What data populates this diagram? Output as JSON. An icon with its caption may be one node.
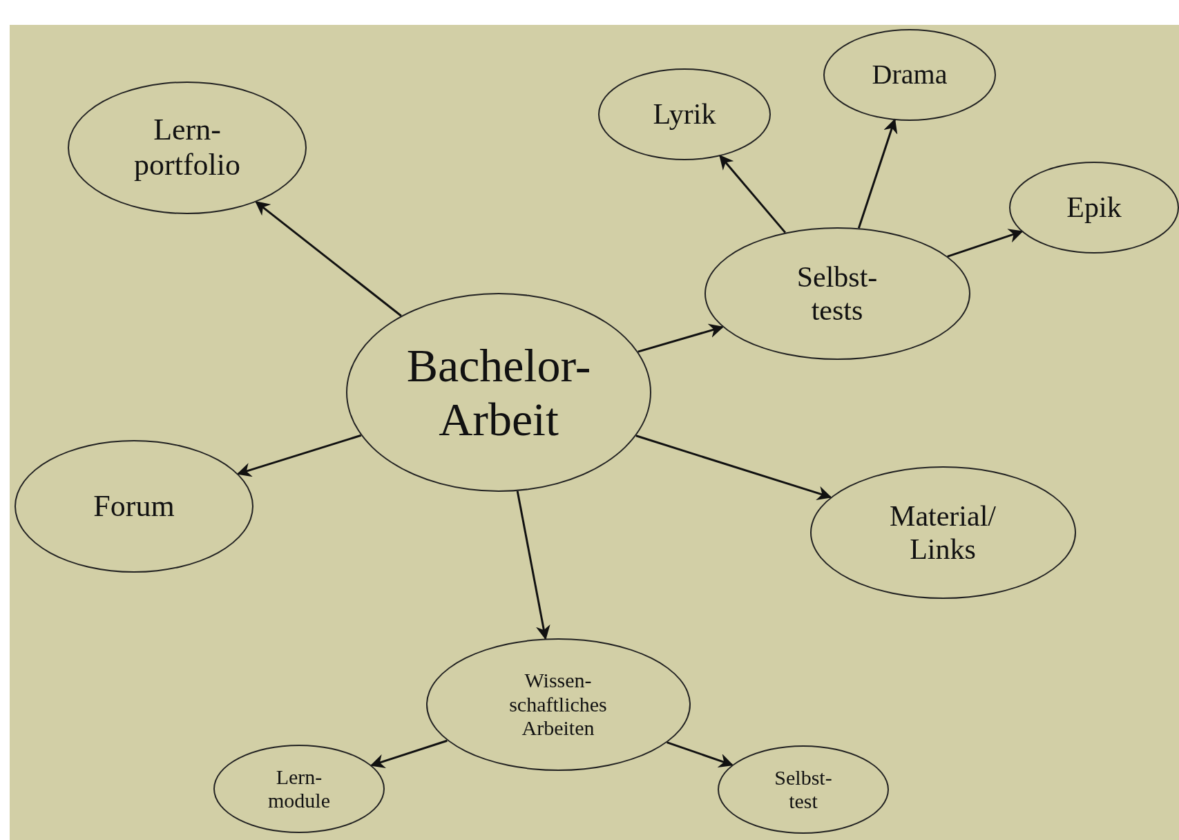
{
  "diagram": {
    "nodes": [
      {
        "text": [
          "Bachelor- Arbeit"
        ]
      },
      {
        "text": [
          "Lern- portfolio"
        ]
      },
      {
        "text": [
          "Forum"
        ]
      },
      {
        "text": [
          "Selbst- tests"
        ]
      },
      {
        "text": [
          "Lyrik"
        ]
      },
      {
        "text": [
          "Drama"
        ]
      },
      {
        "text": [
          "Epik"
        ]
      },
      {
        "text": [
          "Material/ Links"
        ]
      },
      {
        "text": [
          "Wissen- schaftliches Arbeiten"
        ]
      },
      {
        "text": [
          "Lern- module"
        ]
      },
      {
        "text": [
          "Selbst- test"
        ]
      }
    ],
    "edges": [
      {
        "from": 0,
        "to": 1,
        "arrow": "to"
      },
      {
        "from": 0,
        "to": 2,
        "arrow": "to"
      },
      {
        "from": 0,
        "to": 3,
        "arrow": "to"
      },
      {
        "from": 0,
        "to": 7,
        "arrow": "to"
      },
      {
        "from": 0,
        "to": 8,
        "arrow": "to"
      },
      {
        "from": 3,
        "to": 4,
        "arrow": "to"
      },
      {
        "from": 3,
        "to": 5,
        "arrow": "to"
      },
      {
        "from": 3,
        "to": 6,
        "arrow": "to"
      },
      {
        "from": 8,
        "to": 9,
        "arrow": "to"
      },
      {
        "from": 8,
        "to": 10,
        "arrow": "to"
      }
    ]
  }
}
